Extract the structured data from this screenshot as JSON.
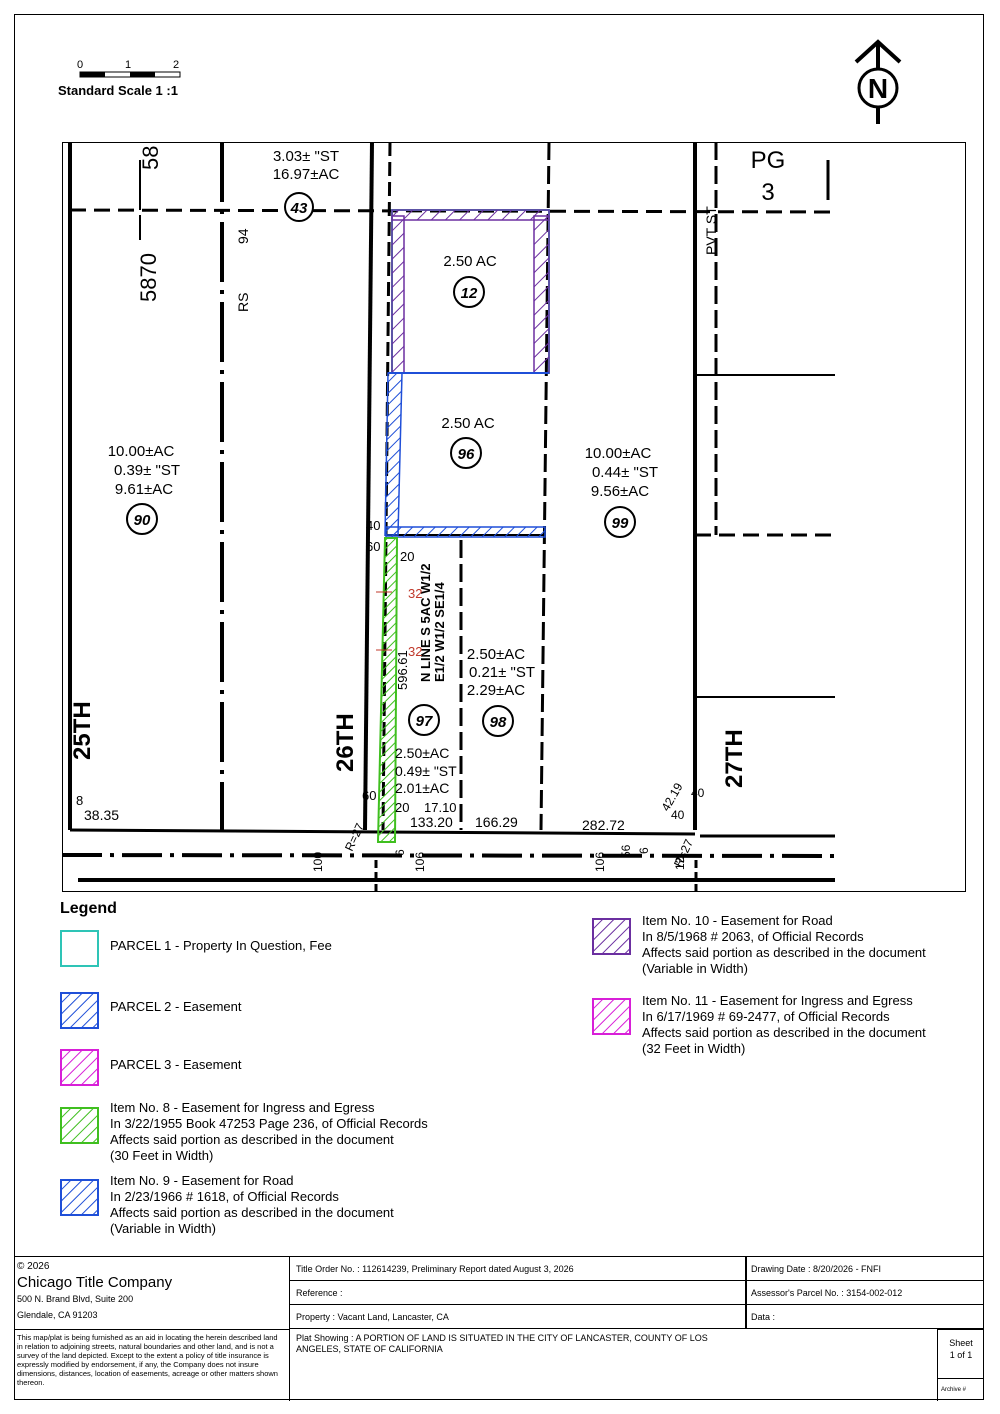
{
  "scale": {
    "ticks": [
      "0",
      "1",
      "2"
    ],
    "label": "Standard Scale 1 :1"
  },
  "north": {
    "letter": "N"
  },
  "map": {
    "page_ref": [
      "PG",
      "3"
    ],
    "streets": [
      "25TH",
      "26TH",
      "27TH",
      "PVT ST"
    ],
    "labels": {
      "p43_a": "3.03± \"ST",
      "p43_b": "16.97±AC",
      "rs": "RS",
      "rs_num": "94",
      "n5870": "5870",
      "n58": "58",
      "p90_a": "10.00±AC",
      "p90_b": "0.39± \"ST",
      "p90_c": "9.61±AC",
      "p99_a": "10.00±AC",
      "p99_b": "0.44± \"ST",
      "p99_c": "9.56±AC",
      "p12": "2.50 AC",
      "p96": "2.50 AC",
      "p98_a": "2.50±AC",
      "p98_b": "0.21± \"ST",
      "p98_c": "2.29±AC",
      "p97_a": "2.50±AC",
      "p97_b": "0.49± \"ST",
      "p97_c": "2.01±AC",
      "line1": "N LINE S 5AC W1/2",
      "line2": "E1/2 W1/2 SE1/4",
      "d596": "596.61",
      "d40a": "40",
      "d60a": "60",
      "d20a": "20",
      "d32a": "32",
      "d32b": "32",
      "d60b": "60",
      "d20b": "20",
      "d1710": "17.10",
      "d13320": "133.20",
      "d16629": "166.29",
      "d28272": "282.72",
      "d4219": "42.19",
      "d40b": "40",
      "d40c": "40",
      "d8": "8",
      "d3835": "38.35",
      "r27a": "R=27",
      "r27b": "R=27",
      "b100": "100",
      "b6a": "6",
      "b106a": "106",
      "b106b": "106",
      "b56": "56",
      "b6b": "6",
      "b12": "12"
    },
    "parcels": [
      "43",
      "12",
      "96",
      "90",
      "99",
      "97",
      "98"
    ]
  },
  "legend": {
    "title": "Legend",
    "items": [
      {
        "text": "PARCEL 1 - Property In Question, Fee",
        "color": "#2ec4b6"
      },
      {
        "text": "PARCEL 2 - Easement",
        "color": "#1f4fd8"
      },
      {
        "text": "PARCEL 3 - Easement",
        "color": "#d81fd8"
      },
      {
        "text": "Item No. 8 - Easement for  Ingress and Egress\nIn 3/22/1955 Book 47253 Page 236, of Official Records\nAffects said portion as described in the document\n(30 Feet in Width)",
        "color": "#3fbf1f"
      },
      {
        "text": "Item No. 9 - Easement for Road\nIn 2/23/1966 # 1618, of Official Records\nAffects said portion as described in the document\n(Variable  in Width)",
        "color": "#1f4fd8"
      },
      {
        "text": "Item No. 10 - Easement for Road\nIn 8/5/1968 # 2063, of Official Records\nAffects said portion as described in the document\n(Variable  in Width)",
        "color": "#6b2fa0"
      },
      {
        "text": "Item No. 11 - Easement for Ingress and Egress\nIn 6/17/1969 # 69-2477, of Official Records\nAffects said portion as described in the document\n(32 Feet  in Width)",
        "color": "#d81fd8"
      }
    ]
  },
  "title_block": {
    "copyright": "© 2026",
    "company": "Chicago Title Company",
    "address1": "500 N. Brand Blvd, Suite 200",
    "address2": "Glendale, CA 91203",
    "disclaimer": "This map/plat is being furnished as an aid in locating the herein described land in relation to adjoining streets, natural boundaries and other land, and is not a survey of the land depicted. Except to the extent a policy of title insurance is expressly modified by endorsement, if any, the Company does not insure dimensions, distances, location of easements, acreage or other matters shown thereon.",
    "title_order": "Title Order No. : 112614239, Preliminary Report dated  August 3, 2026",
    "reference": "Reference :",
    "property": "Property : Vacant Land, Lancaster, CA",
    "plat": "Plat Showing : A PORTION OF LAND IS SITUATED IN THE CITY OF LANCASTER, COUNTY OF LOS ANGELES, STATE OF CALIFORNIA",
    "drawing_date": "Drawing Date :  8/20/2026 - FNFI",
    "apn": "Assessor's Parcel No. : 3154-002-012",
    "data": "Data :",
    "sheet": "Sheet",
    "sheet_of": "1 of 1",
    "archive": "Archive #"
  }
}
